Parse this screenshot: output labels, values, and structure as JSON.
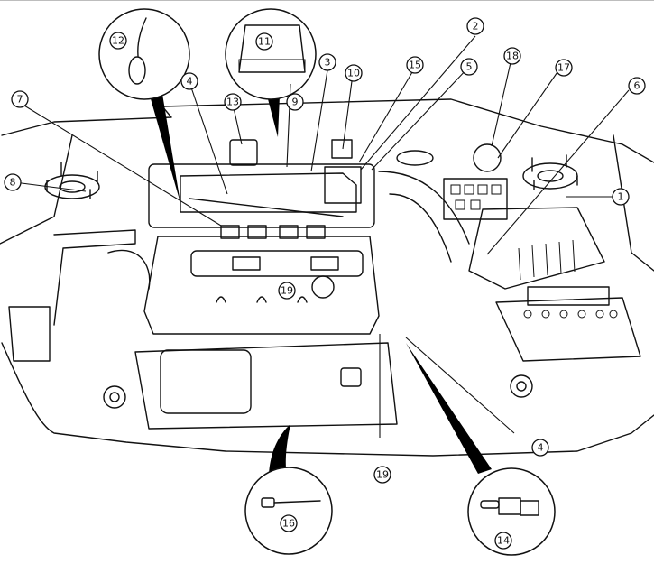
{
  "figure": {
    "title": "Engine compartment component locations",
    "callouts": [
      {
        "id": "c1",
        "label": "1"
      },
      {
        "id": "c2",
        "label": "2"
      },
      {
        "id": "c3",
        "label": "3"
      },
      {
        "id": "c4a",
        "label": "4"
      },
      {
        "id": "c4b",
        "label": "4"
      },
      {
        "id": "c5",
        "label": "5"
      },
      {
        "id": "c6",
        "label": "6"
      },
      {
        "id": "c7",
        "label": "7"
      },
      {
        "id": "c8",
        "label": "8"
      },
      {
        "id": "c9",
        "label": "9"
      },
      {
        "id": "c10",
        "label": "10"
      },
      {
        "id": "c11",
        "label": "11"
      },
      {
        "id": "c12",
        "label": "12"
      },
      {
        "id": "c13",
        "label": "13"
      },
      {
        "id": "c14",
        "label": "14"
      },
      {
        "id": "c15",
        "label": "15"
      },
      {
        "id": "c16",
        "label": "16"
      },
      {
        "id": "c17",
        "label": "17"
      },
      {
        "id": "c18",
        "label": "18"
      },
      {
        "id": "c19a",
        "label": "19"
      },
      {
        "id": "c19b",
        "label": "19"
      }
    ],
    "detail_views": [
      {
        "id": "d12",
        "callout": "12",
        "depicts": "connector-terminal"
      },
      {
        "id": "d11",
        "callout": "11",
        "depicts": "multi-pin-connector"
      },
      {
        "id": "d16",
        "callout": "16",
        "depicts": "wire-connector"
      },
      {
        "id": "d14",
        "callout": "14",
        "depicts": "temperature-sensor"
      }
    ]
  }
}
